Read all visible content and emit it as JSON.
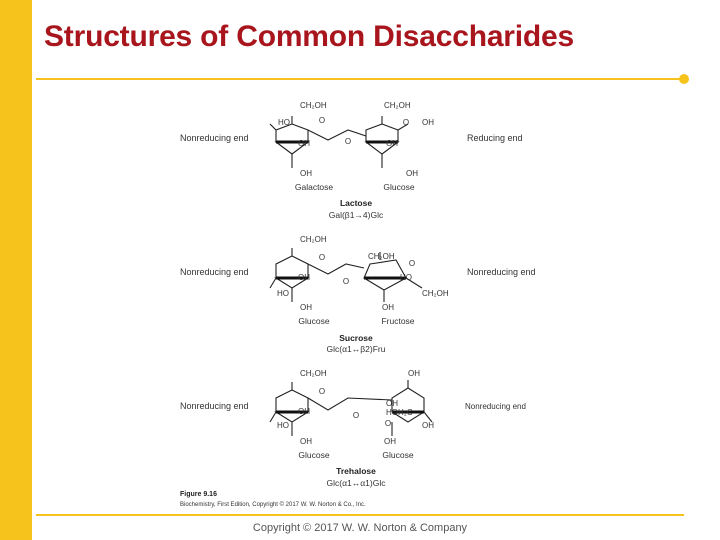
{
  "slide": {
    "title": "Structures of Common Disaccharides",
    "copyright": "Copyright © 2017 W. W. Norton & Company"
  },
  "figure": {
    "label": "Figure 9.16",
    "credit": "Biochemistry, First Edition, Copyright © 2017 W. W. Norton & Co., Inc.",
    "atoms": {
      "ch2oh": "CH₂OH",
      "oh": "OH",
      "ho": "HO",
      "o": "O",
      "hoh2c": "HOH₂C"
    },
    "lactose": {
      "left_label": "Nonreducing end",
      "right_label": "Reducing end",
      "unit1": "Galactose",
      "unit2": "Glucose",
      "name": "Lactose",
      "linkage": "Gal(β1→4)Glc"
    },
    "sucrose": {
      "left_label": "Nonreducing end",
      "right_label": "Nonreducing end",
      "unit1": "Glucose",
      "unit2": "Fructose",
      "name": "Sucrose",
      "linkage": "Glc(α1↔β2)Fru"
    },
    "trehalose": {
      "left_label": "Nonreducing end",
      "right_label": "Nonreducing end",
      "unit1": "Glucose",
      "unit2": "Glucose",
      "name": "Trehalose",
      "linkage": "Glc(α1↔α1)Glc"
    }
  }
}
